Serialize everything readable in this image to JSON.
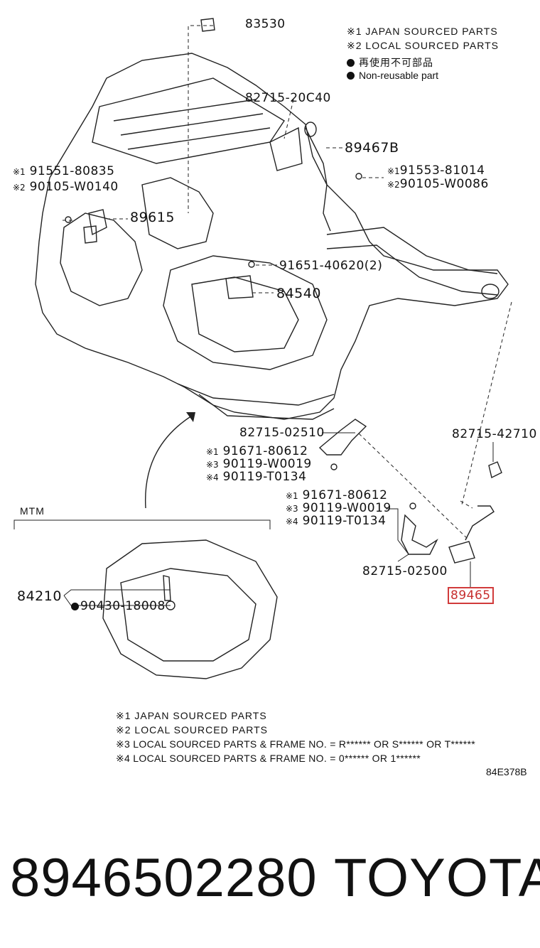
{
  "legend_top": {
    "note1": "※1 JAPAN SOURCED PARTS",
    "note2": "※2 LOCAL SOURCED PARTS",
    "note3": "再使用不可部品",
    "note4": "Non-reusable part"
  },
  "parts": {
    "p83530": "83530",
    "p82715_20c40": "82715-20C40",
    "p89467b": "89467B",
    "p91553": "91553-81014",
    "p90105_w0086": "90105-W0086",
    "p91551": "91551-80835",
    "p90105_w0140": "90105-W0140",
    "p89615": "89615",
    "p91651": "91651-40620(2)",
    "p84540": "84540",
    "p82715_02510": "82715-02510",
    "p91671_a": "91671-80612",
    "p90119_w0019_a": "90119-W0019",
    "p90119_t0134_a": "90119-T0134",
    "p82715_42710": "82715-42710",
    "p91671_b": "91671-80612",
    "p90119_w0019_b": "90119-W0019",
    "p90119_t0134_b": "90119-T0134",
    "p82715_02500": "82715-02500",
    "p89465": "89465",
    "mtm": "MTM",
    "p84210": "84210",
    "p90430": "90430-18008"
  },
  "marks": {
    "m1": "※1",
    "m2": "※2",
    "m3": "※3",
    "m4": "※4"
  },
  "legend_bottom": {
    "line1": "※1 JAPAN SOURCED PARTS",
    "line2": "※2 LOCAL SOURCED PARTS",
    "line3": "※3 LOCAL SOURCED PARTS & FRAME NO. = R****** OR S****** OR T******",
    "line4": "※4 LOCAL SOURCED PARTS & FRAME NO. = 0****** OR 1******"
  },
  "figure_code": "84E378B",
  "footer": {
    "part_number": "8946502280",
    "brand": "TOYOTA"
  },
  "colors": {
    "highlight": "#d13b3b",
    "line": "#111111"
  }
}
